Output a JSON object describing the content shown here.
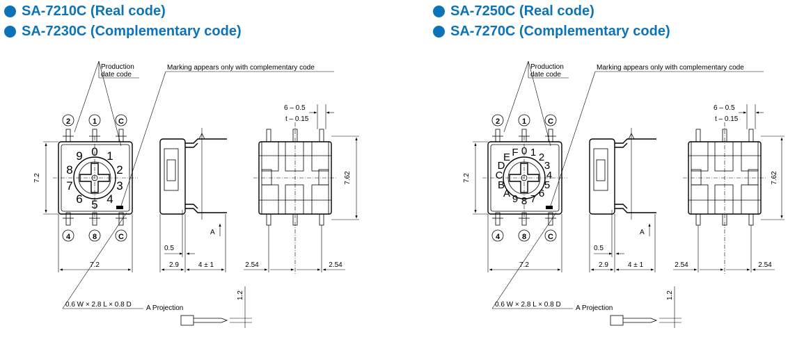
{
  "headings": {
    "left": [
      "SA-7210C (Real code)",
      "SA-7230C (Complementary code)"
    ],
    "right": [
      "SA-7250C (Real code)",
      "SA-7270C (Complementary code)"
    ]
  },
  "labels": {
    "production_line1": "Production",
    "production_line2": "date code",
    "marking": "Marking appears only with complementary code",
    "pin_size": "0.6 W × 2.8 L × 0.8 D",
    "projection": "A Projection",
    "arrow_a": "A",
    "pin_top_left": "②",
    "pin_top_mid": "①",
    "pin_top_right": "Ⓒ",
    "pin_bot_left": "④",
    "pin_bot_mid": "⑧",
    "pin_bot_right": "Ⓒ"
  },
  "dims": {
    "height_7_2": "7.2",
    "width_7_2": "7.2",
    "d_0_5": "0.5",
    "d_2_9": "2.9",
    "d_4_1": "4 ± 1",
    "d_2_54_left": "2.54",
    "d_2_54_right": "2.54",
    "d_7_62": "7.62",
    "d_6_05": "6 – 0.5",
    "d_t015": "t – 0.15",
    "d_1_2": "1.2"
  },
  "dial_chars": {
    "left": [
      "0",
      "1",
      "2",
      "3",
      "4",
      "5",
      "6",
      "7",
      "8",
      "9"
    ],
    "right": [
      "0",
      "1",
      "2",
      "3",
      "4",
      "5",
      "6",
      "7",
      "8",
      "9",
      "A",
      "B",
      "C",
      "D",
      "E",
      "F"
    ]
  },
  "colors": {
    "accent": "#0d73b8",
    "line": "#000000"
  }
}
